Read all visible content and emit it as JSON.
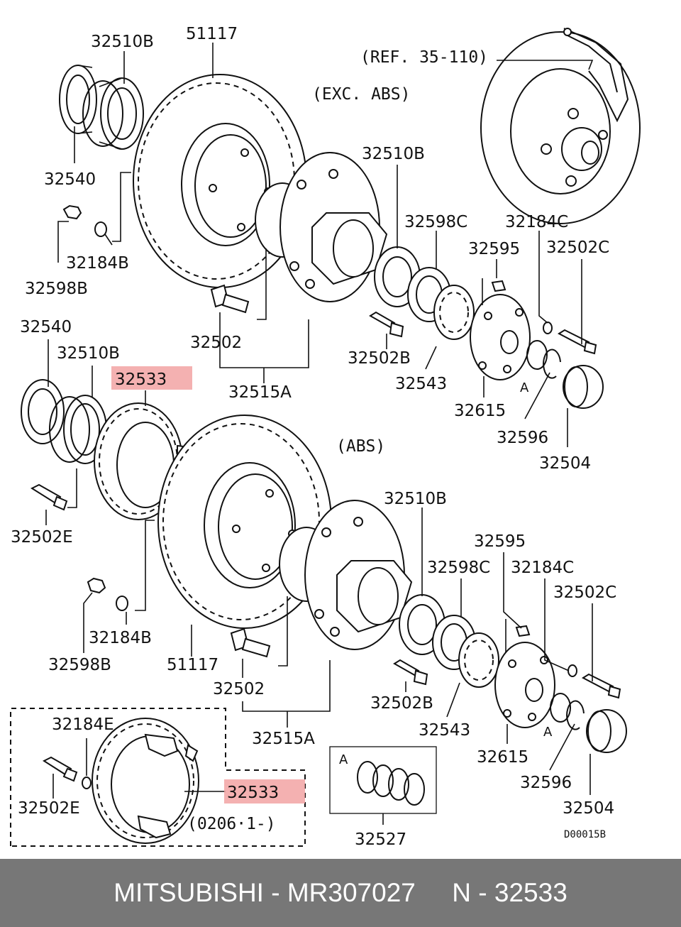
{
  "notes": {
    "ref": "(REF. 35-110)",
    "exc_abs": "(EXC. ABS)",
    "abs": "(ABS)",
    "date_code": "(0206·1-)",
    "drawing_code": "D00015B",
    "marker_a": "A"
  },
  "labels": {
    "p32510B_1": "32510B",
    "p51117_1": "51117",
    "p32540_1": "32540",
    "p32184B_1": "32184B",
    "p32598B_1": "32598B",
    "p32510B_2": "32510B",
    "p32598C_1": "32598C",
    "p32184C_1": "32184C",
    "p32595_1": "32595",
    "p32502C_1": "32502C",
    "p32502_1": "32502",
    "p32502B_1": "32502B",
    "p32543_1": "32543",
    "p32515A_1": "32515A",
    "p32615_1": "32615",
    "p32596_1": "32596",
    "p32504_1": "32504",
    "p32540_2": "32540",
    "p32510B_3": "32510B",
    "p32533_1": "32533",
    "p32502E_1": "32502E",
    "p32184B_2": "32184B",
    "p32598B_2": "32598B",
    "p51117_2": "51117",
    "p32510B_4": "32510B",
    "p32595_2": "32595",
    "p32598C_2": "32598C",
    "p32184C_2": "32184C",
    "p32502C_2": "32502C",
    "p32502_2": "32502",
    "p32502B_2": "32502B",
    "p32543_2": "32543",
    "p32615_2": "32615",
    "p32515A_2": "32515A",
    "p32596_2": "32596",
    "p32504_2": "32504",
    "p32184E": "32184E",
    "p32502E_2": "32502E",
    "p32533_2": "32533",
    "p32527": "32527"
  },
  "colors": {
    "highlight": "#f2a3a3",
    "footer_bg": "#777777",
    "footer_text": "#ffffff"
  },
  "footer": {
    "brand": "MITSUBISHI",
    "separator": " - ",
    "part_number": "MR307027",
    "gap": "     ",
    "ref": "N - 32533"
  }
}
